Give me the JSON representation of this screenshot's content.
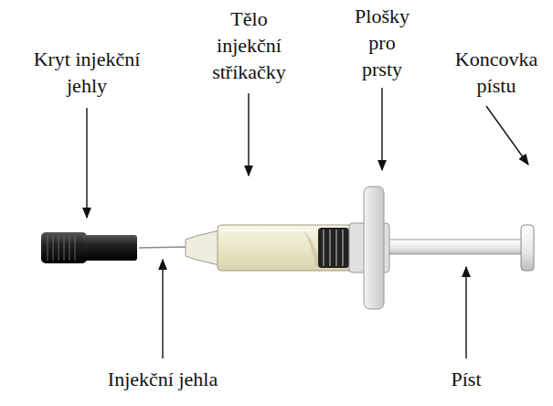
{
  "diagram": {
    "labels": [
      "Kryt injekční jehly",
      "Tělo injekční stříkačky",
      "Plošky pro prsty",
      "Koncovka pístu",
      "Injekční jehla",
      "Píst"
    ]
  }
}
